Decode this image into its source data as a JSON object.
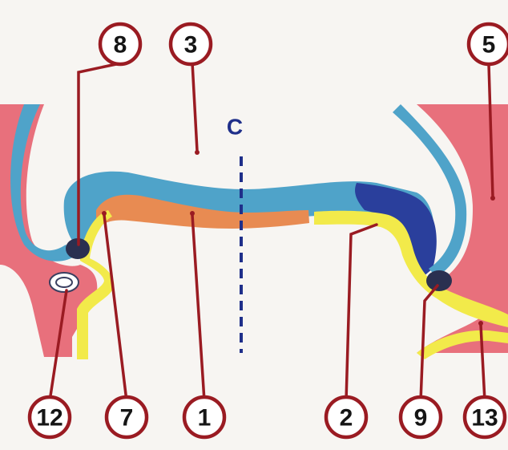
{
  "diagram": {
    "labels": {
      "l1": "1",
      "l2": "2",
      "l3": "3",
      "l5": "5",
      "l7": "7",
      "l8": "8",
      "l9": "9",
      "l12": "12",
      "l13": "13"
    },
    "section_line_label": "C"
  },
  "colors": {
    "pink_tissue": "#e8707c",
    "light_blue_layer": "#4fa3c9",
    "dark_blue_layer": "#2a3f9c",
    "yellow_layer": "#f2ea4a",
    "orange_layer": "#e88b52",
    "leader_red": "#9a1b22",
    "section_line_blue": "#1f2f8a"
  }
}
